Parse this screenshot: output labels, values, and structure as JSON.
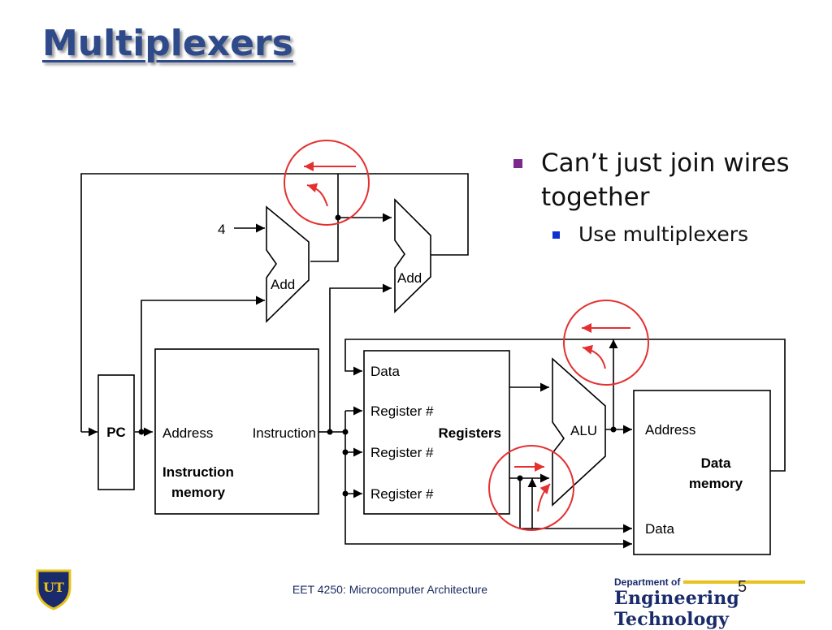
{
  "slide": {
    "title": "Multiplexers",
    "bullets": [
      {
        "text": "Can’t just join wires together",
        "sub": [
          "Use multiplexers"
        ]
      }
    ],
    "footer": "EET 4250: Microcomputer Architecture",
    "slide_number": "5",
    "logo_text": {
      "small": "Department of",
      "big": "Engineering Technology"
    },
    "crest_text": "UT"
  },
  "diagram": {
    "input_constant": "4",
    "adder1_label": "Add",
    "adder2_label": "Add",
    "pc_label": "PC",
    "instr_mem": {
      "address": "Address",
      "instruction": "Instruction",
      "name_line1": "Instruction",
      "name_line2": "memory"
    },
    "registers": {
      "data": "Data",
      "reg1": "Register #",
      "reg2": "Register #",
      "reg3": "Register #",
      "name": "Registers"
    },
    "alu_label": "ALU",
    "data_mem": {
      "address": "Address",
      "data": "Data",
      "name_line1": "Data",
      "name_line2": "memory"
    }
  },
  "colors": {
    "title": "#2e4a8a",
    "highlight": "#e53030",
    "bullet_l1": "#7b2a8c",
    "bullet_l2": "#1030d0",
    "logo_gold": "#e8c31d",
    "logo_navy": "#1a2b6b"
  }
}
